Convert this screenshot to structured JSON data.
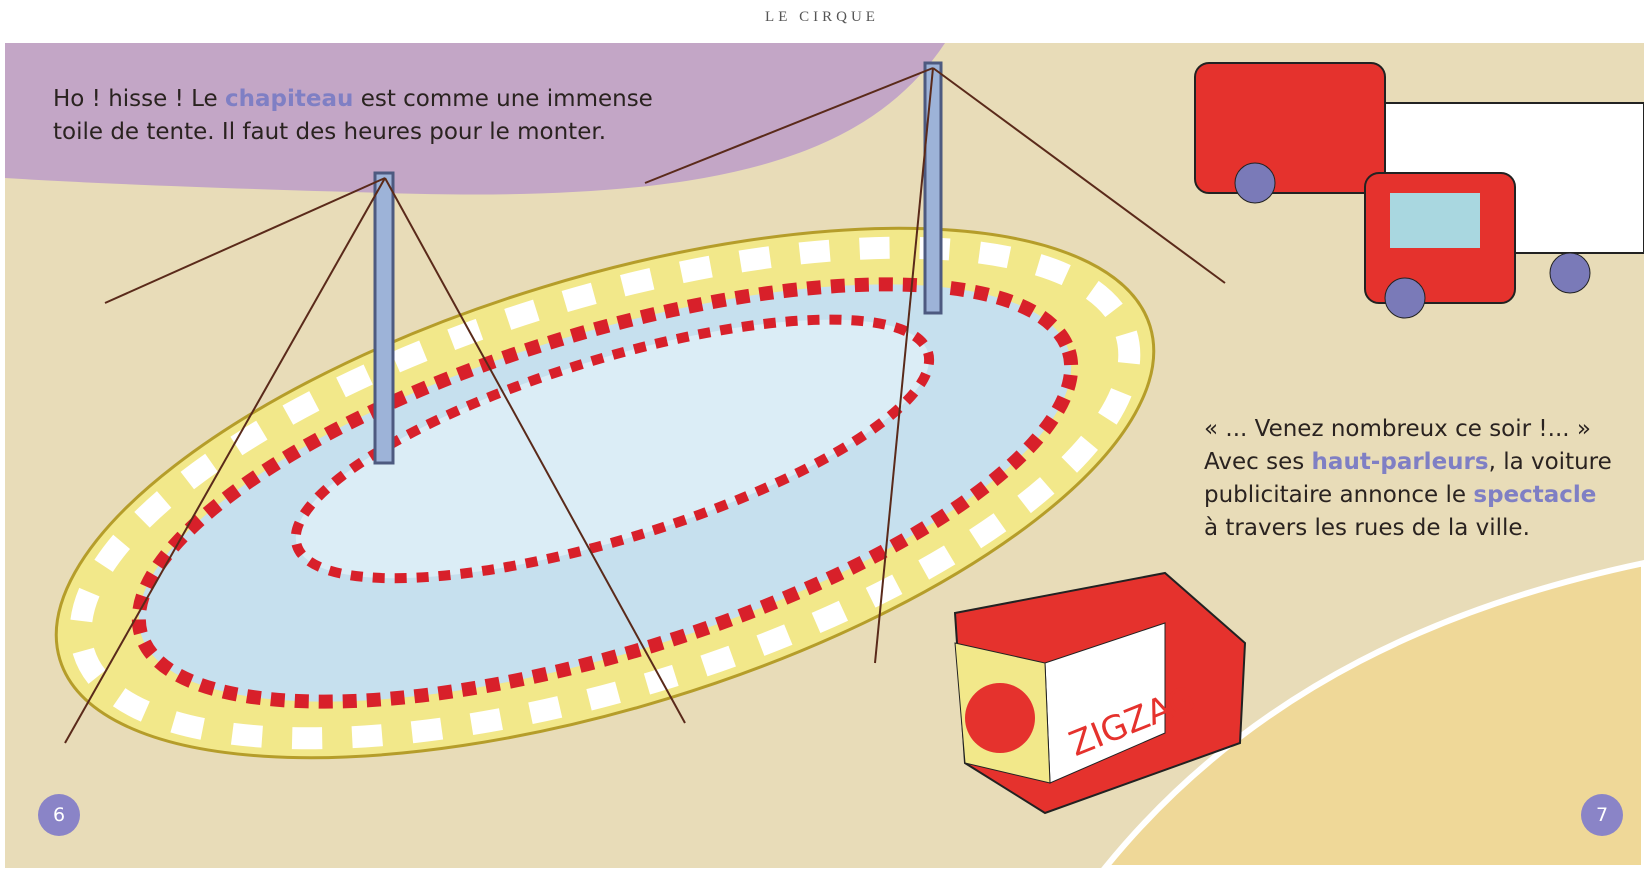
{
  "header": {
    "title": "LE CIRQUE"
  },
  "page_left": {
    "number": "6",
    "text": {
      "pre": "Ho ! hisse ! Le ",
      "kw": "chapiteau",
      "post1": " est comme une immense",
      "line2": "toile de tente. Il faut des heures pour le monter."
    }
  },
  "page_right": {
    "number": "7",
    "text": {
      "line1": "« ... Venez nombreux ce soir !... »",
      "l2_pre": "Avec ses ",
      "l2_kw": "haut-parleurs",
      "l2_post": ", la voiture",
      "l3_pre": "publicitaire annonce le ",
      "l3_kw": "spectacle",
      "line4": "à travers les rues de la ville."
    },
    "van_sign": "ZIGZAG"
  },
  "colors": {
    "accent": "#7f7fc4",
    "page_badge": "#8a84c7",
    "ground": "#e8dcb8",
    "sky": "#c3a6c6",
    "red": "#e5322d",
    "yellow": "#f5e98a"
  }
}
